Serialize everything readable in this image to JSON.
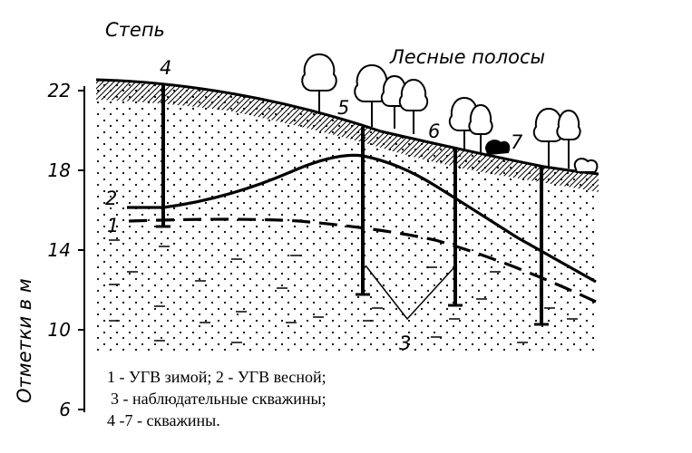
{
  "labels": {
    "steppe": "Степь",
    "forest_belts": "Лесные полосы",
    "y_axis": "Отметки в м",
    "curve_1": "1",
    "curve_2": "2",
    "curve_3": "3"
  },
  "y_ticks": [
    "22",
    "18",
    "14",
    "10",
    "6"
  ],
  "wells": [
    "4",
    "5",
    "6",
    "7"
  ],
  "legend": {
    "line1": "1 - УГВ зимой; 2 - УГВ весной;",
    "line2": "3 - наблюдательные скважины;",
    "line3": "4 -7 - скважины."
  }
}
